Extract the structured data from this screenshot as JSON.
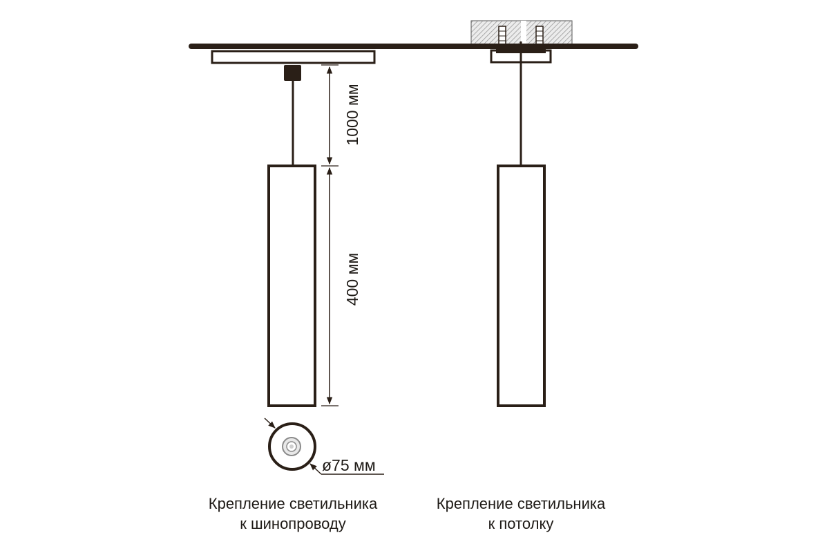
{
  "dimensions": {
    "drop_length": "1000 мм",
    "body_length": "400 мм",
    "diameter": "ø75 мм"
  },
  "captions": {
    "track_mount": {
      "line1": "Крепление светильника",
      "line2": "к шинопроводу"
    },
    "ceiling_mount": {
      "line1": "Крепление светильника",
      "line2": "к потолку"
    }
  },
  "colors": {
    "line": "#2a1f17",
    "hatch": "#8a8a8a"
  }
}
